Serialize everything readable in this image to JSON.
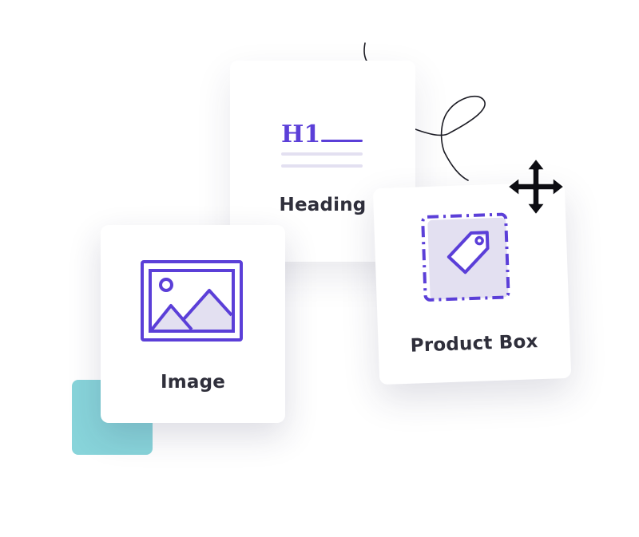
{
  "cards": {
    "heading": {
      "label": "Heading",
      "icon": "heading-h1-icon",
      "icon_text": "H1"
    },
    "image": {
      "label": "Image",
      "icon": "image-picture-icon"
    },
    "product_box": {
      "label": "Product Box",
      "icon": "price-tag-icon"
    }
  },
  "cursor": {
    "icon": "move-arrows-icon"
  },
  "colors": {
    "accent": "#5b3fd8",
    "accent_light": "#e3e0f1",
    "teal": "#88d4da",
    "text": "#2f2f3b"
  }
}
